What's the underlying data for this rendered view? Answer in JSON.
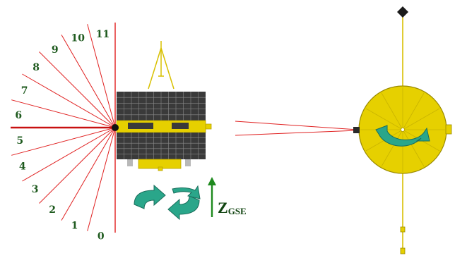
{
  "sectors": {
    "labels": [
      "0",
      "1",
      "2",
      "3",
      "4",
      "5",
      "6",
      "7",
      "8",
      "9",
      "10",
      "11"
    ]
  },
  "axis_label": {
    "main": "Z",
    "subscript": "GSE"
  },
  "colors": {
    "sector_lines": "#e02020",
    "sector_label_text": "#1e5a1e",
    "panel_dark": "#3a3a3a",
    "body_yellow": "#e6d000",
    "rotation_arrow": "#2aa68a",
    "axis_arrow": "#1f8a1f",
    "axis_text": "#114411",
    "antenna": "#d8c000"
  },
  "icons": {
    "rotation_left": "counter-rotate-arrows-icon",
    "rotation_right": "spin-direction-arrow-icon",
    "axis": "up-arrow-icon",
    "tip": "diamond-tip-icon"
  }
}
